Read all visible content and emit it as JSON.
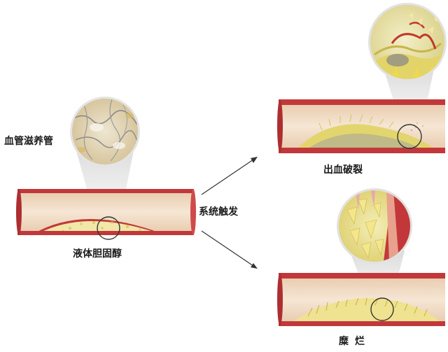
{
  "labels": {
    "vasa_vasorum": "血管滋养管",
    "liquid_cholesterol": "液体胆固醇",
    "systemic_trigger": "系统触发",
    "hemorrhage_rupture": "出血破裂",
    "erosion": "糜烂"
  },
  "colors": {
    "vessel_wall": "#c2383a",
    "vessel_lumen": "#f1dcc4",
    "plaque_yellow": "#ece08c",
    "arrow": "#333333"
  }
}
